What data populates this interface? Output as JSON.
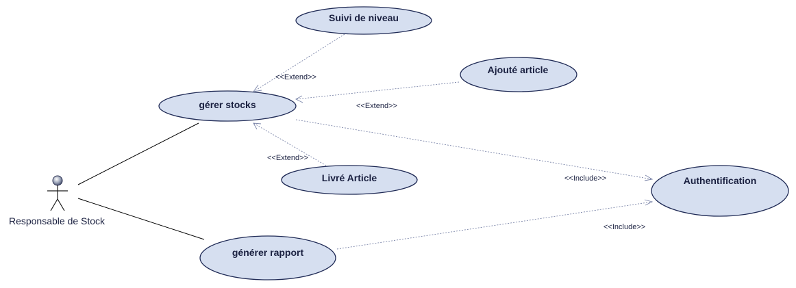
{
  "actor": {
    "name": "Responsable de Stock"
  },
  "use_cases": {
    "suivi": "Suivi de niveau",
    "ajoute": "Ajouté article",
    "gerer": "gérer stocks",
    "livre": "Livré Article",
    "auth": "Authentification",
    "generer": "générer rapport"
  },
  "relations": {
    "extend_suivi": "<<Extend>>",
    "extend_ajoute": "<<Extend>>",
    "extend_livre": "<<Extend>>",
    "include_gerer": "<<Include>>",
    "include_generer": "<<Include>>"
  },
  "colors": {
    "usecase_fill": "#d6dff0",
    "usecase_stroke": "#1f2a55",
    "dependency": "#7a84a8"
  }
}
